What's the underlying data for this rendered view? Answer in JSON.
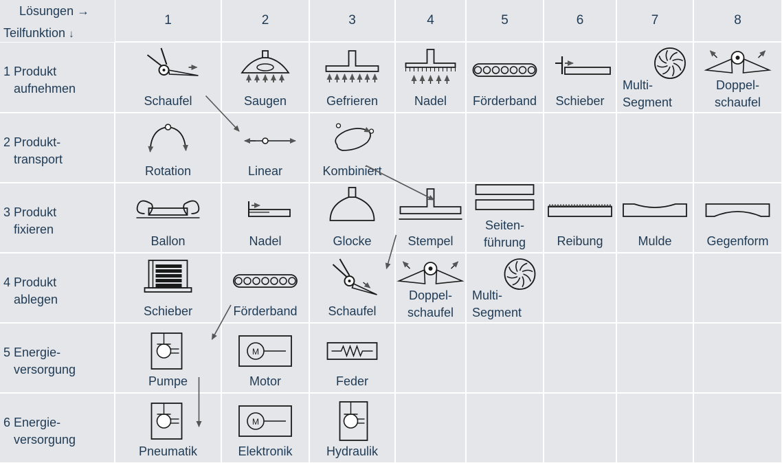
{
  "header": {
    "loesungen": "Lösungen",
    "teilfunktion": "Teilfunktion",
    "columns": [
      "1",
      "2",
      "3",
      "4",
      "5",
      "6",
      "7",
      "8"
    ]
  },
  "rows": [
    {
      "num": "1",
      "line1": "Produkt",
      "line2": "aufnehmen"
    },
    {
      "num": "2",
      "line1": "Produkt-",
      "line2": "transport"
    },
    {
      "num": "3",
      "line1": "Produkt",
      "line2": "fixieren"
    },
    {
      "num": "4",
      "line1": "Produkt",
      "line2": "ablegen"
    },
    {
      "num": "5",
      "line1": "Energie-",
      "line2": "versorgung"
    },
    {
      "num": "6",
      "line1": "Energie-",
      "line2": "versorgung"
    }
  ],
  "cells": [
    [
      {
        "icon": "scoop-icon",
        "lines": [
          "Schaufel"
        ]
      },
      {
        "icon": "suction-hood-icon",
        "lines": [
          "Saugen"
        ]
      },
      {
        "icon": "freezing-plate-icon",
        "lines": [
          "Gefrieren"
        ]
      },
      {
        "icon": "needle-plate-icon",
        "lines": [
          "Nadel"
        ]
      },
      {
        "icon": "conveyor-belt-icon",
        "lines": [
          "Förderband"
        ]
      },
      {
        "icon": "slider-icon",
        "lines": [
          "Schieber"
        ]
      },
      {
        "icon": "multi-segment-icon",
        "lines": [
          "Multi-",
          "Segment"
        ]
      },
      {
        "icon": "double-scoop-icon",
        "lines": [
          "Doppel-",
          "schaufel"
        ]
      }
    ],
    [
      {
        "icon": "rotation-icon",
        "lines": [
          "Rotation"
        ]
      },
      {
        "icon": "linear-icon",
        "lines": [
          "Linear"
        ]
      },
      {
        "icon": "combined-motion-icon",
        "lines": [
          "Kombiniert"
        ]
      }
    ],
    [
      {
        "icon": "balloon-icon",
        "lines": [
          "Ballon"
        ]
      },
      {
        "icon": "needle-fix-icon",
        "lines": [
          "Nadel"
        ]
      },
      {
        "icon": "bell-icon",
        "lines": [
          "Glocke"
        ]
      },
      {
        "icon": "stamp-icon",
        "lines": [
          "Stempel"
        ]
      },
      {
        "icon": "side-guide-icon",
        "lines": [
          "Seiten-",
          "führung"
        ]
      },
      {
        "icon": "friction-icon",
        "lines": [
          "Reibung"
        ]
      },
      {
        "icon": "trough-icon",
        "lines": [
          "Mulde"
        ]
      },
      {
        "icon": "counter-form-icon",
        "lines": [
          "Gegenform"
        ]
      }
    ],
    [
      {
        "icon": "stack-pusher-icon",
        "lines": [
          "Schieber"
        ]
      },
      {
        "icon": "conveyor-belt-icon",
        "lines": [
          "Förderband"
        ]
      },
      {
        "icon": "scoop-down-icon",
        "lines": [
          "Schaufel"
        ]
      },
      {
        "icon": "double-scoop-icon",
        "lines": [
          "Doppel-",
          "schaufel"
        ]
      },
      {
        "icon": "multi-segment-icon",
        "lines": [
          "Multi-",
          "Segment"
        ]
      }
    ],
    [
      {
        "icon": "pump-icon",
        "lines": [
          "Pumpe"
        ]
      },
      {
        "icon": "motor-icon",
        "lines": [
          "Motor"
        ]
      },
      {
        "icon": "spring-icon",
        "lines": [
          "Feder"
        ]
      }
    ],
    [
      {
        "icon": "pump-icon",
        "lines": [
          "Pneumatik"
        ]
      },
      {
        "icon": "motor-icon",
        "lines": [
          "Elektronik"
        ]
      },
      {
        "icon": "hydraulic-icon",
        "lines": [
          "Hydraulik"
        ]
      }
    ]
  ],
  "selection_path": [
    {
      "row": 1,
      "col": 1
    },
    {
      "row": 2,
      "col": 2
    },
    {
      "row": 2,
      "col": 3
    },
    {
      "row": 3,
      "col": 4
    },
    {
      "row": 4,
      "col": 3
    },
    {
      "row": 4,
      "col": 2
    },
    {
      "row": 5,
      "col": 1
    },
    {
      "row": 6,
      "col": 1
    }
  ],
  "colors": {
    "cell_bg": "#e4e6e9",
    "grid": "#ffffff",
    "text": "#1f3a55",
    "ink": "#1a1a1a",
    "arrow": "#555555"
  }
}
